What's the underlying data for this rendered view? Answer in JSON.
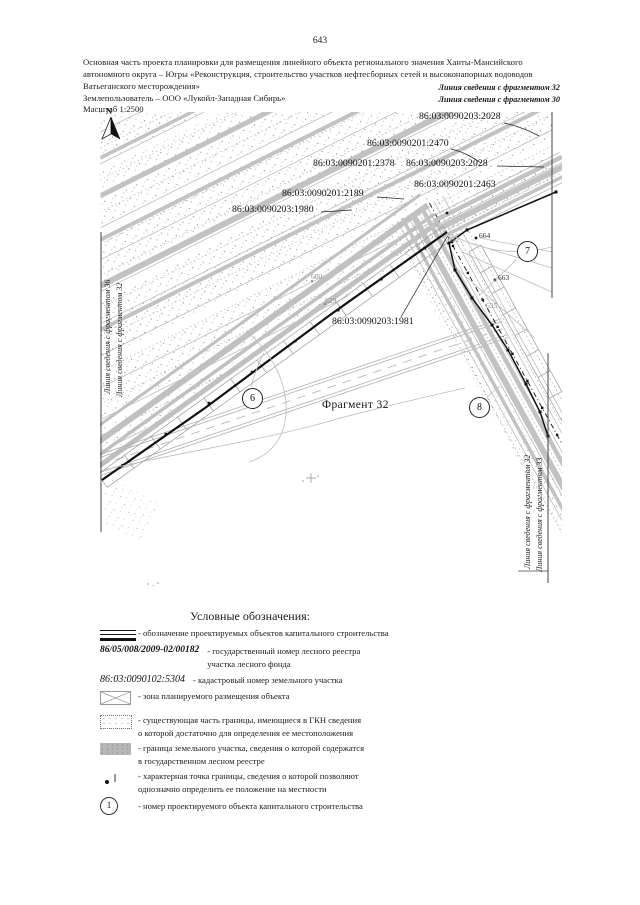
{
  "page": {
    "number": "643"
  },
  "header": {
    "title_line1": "Основная часть проекта планировки для размещения линейного объекта регионального значения Ханты-Мансийского",
    "title_line2": "автономного округа – Югры «Реконструкция, строительство участков нефтесборных сетей и высоконапорных водоводов",
    "title_line3": "Ватьеганского месторождения»",
    "landuser": "Землепользователь – ООО «Лукойл-Западная Сибирь»",
    "scale": "Масштаб 1:2500",
    "matchline_note_1": "Линия сведения с фрагментом 32",
    "matchline_note_2": "Линия сведения с фрагментом 30"
  },
  "map": {
    "north_label": "N",
    "fragment_label": "Фрагмент 32",
    "matchline_left_1": "Линия сведения с фрагментом 36",
    "matchline_left_2": "Линия сведения с фрагментом 32",
    "matchline_right_1": "Линия сведения с фрагментом 32",
    "matchline_right_2": "Линия сведения с фрагментом 33",
    "cadastral_labels": [
      {
        "text": "86:03:0090203:2028"
      },
      {
        "text": "86:03:0090201:2470"
      },
      {
        "text": "86:03:0090201:2378"
      },
      {
        "text": "86:03:0090203:2028"
      },
      {
        "text": "86:03:0090201:2463"
      },
      {
        "text": "86:03:0090201:2189"
      },
      {
        "text": "86:03:0090203:1980"
      },
      {
        "text": "86:03:0090203:1981"
      }
    ],
    "point_labels": [
      {
        "text": "664"
      },
      {
        "text": "663"
      },
      {
        "text": "635"
      },
      {
        "text": "632"
      },
      {
        "text": "660"
      },
      {
        "text": "629"
      }
    ],
    "object_numbers": [
      {
        "text": "7"
      },
      {
        "text": "6"
      },
      {
        "text": "8"
      }
    ]
  },
  "legend": {
    "title": "Условные обозначения:",
    "items": [
      {
        "desc1": "- обозначение проектируемых объектов капитального строительства"
      },
      {
        "code": "86/05/008/2009-02/00182",
        "desc1": "- государственный номер лесного реестра",
        "desc2": "участка лесного фонда"
      },
      {
        "code": "86:03:0090102:5304",
        "desc1": "- кадастровый номер земельного участка"
      },
      {
        "desc1": "- зона планируемого размещения объекта"
      },
      {
        "desc1": "- существующая часть границы, имеющиеся в ГКН сведения",
        "desc2": "о которой достаточно для определения ее местоположения"
      },
      {
        "desc1": "- граница земельного участка, сведения о которой содержатся",
        "desc2": "в государственном лесном реестре"
      },
      {
        "desc1": "- характерная точка границы, сведения о которой позволяют",
        "desc2": "однозначно определить ее положение на местности"
      },
      {
        "symbol_text": "1",
        "desc1": "- номер проектируемого объекта капитального строительства"
      }
    ]
  },
  "colors": {
    "ink": "#1a1a1a",
    "map_gray": "#b3b3b3",
    "map_gray_dark": "#8a8a8a"
  }
}
